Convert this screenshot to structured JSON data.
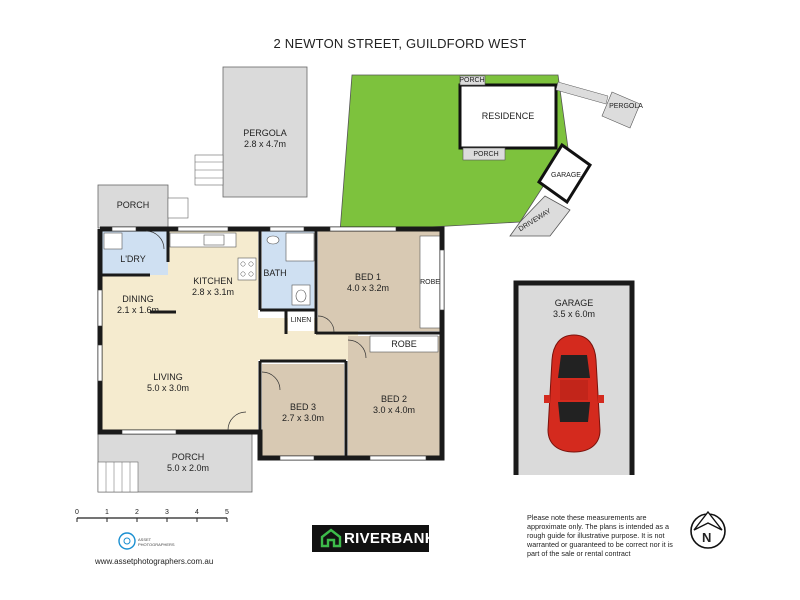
{
  "title": "2 NEWTON STREET, GUILDFORD WEST",
  "rooms": {
    "pergola": {
      "name": "PERGOLA",
      "size": "2.8 x 4.7m"
    },
    "porch_rear": {
      "name": "PORCH"
    },
    "laundry": {
      "name": "L'DRY"
    },
    "kitchen": {
      "name": "KITCHEN",
      "size": "2.8 x 3.1m"
    },
    "bath": {
      "name": "BATH"
    },
    "bed1": {
      "name": "BED 1",
      "size": "4.0 x 3.2m"
    },
    "robe1": {
      "name": "ROBE"
    },
    "dining": {
      "name": "DINING",
      "size": "2.1 x 1.6m"
    },
    "linen": {
      "name": "LINEN"
    },
    "robe2": {
      "name": "ROBE"
    },
    "living": {
      "name": "LIVING",
      "size": "5.0 x 3.0m"
    },
    "bed3": {
      "name": "BED 3",
      "size": "2.7 x 3.0m"
    },
    "bed2": {
      "name": "BED 2",
      "size": "3.0 x 4.0m"
    },
    "porch_front": {
      "name": "PORCH",
      "size": "5.0 x 2.0m"
    },
    "garage": {
      "name": "GARAGE",
      "size": "3.5 x 6.0m"
    }
  },
  "site_plan": {
    "porch_top": "PORCH",
    "residence": "RESIDENCE",
    "porch_bottom": "PORCH",
    "pergola": "PERGOLA",
    "garage": "GARAGE",
    "driveway": "DRIVEWAY"
  },
  "scale_bar": {
    "ticks": [
      "0",
      "1",
      "2",
      "3",
      "4",
      "5"
    ]
  },
  "photographer": {
    "name": "ASSET PHOTOGRAPHERS",
    "website": "www.assetphotographers.com.au"
  },
  "agency": {
    "name": "RIVERBANK"
  },
  "compass": {
    "label": "N"
  },
  "disclaimer": "Please note these measurements are approximate only. The plans is intended as a rough guide for illustrative purpose. It is not warranted or guaranteed to be correct nor it is part of the sale or rental contract",
  "colors": {
    "carpet": "#d8c9b3",
    "tile": "#cfe0f2",
    "living_floor": "#f5ebcf",
    "outdoor": "#dadada",
    "lawn": "#7dc23d",
    "wall": "#1a1a1a",
    "car": "#d42a1e"
  }
}
